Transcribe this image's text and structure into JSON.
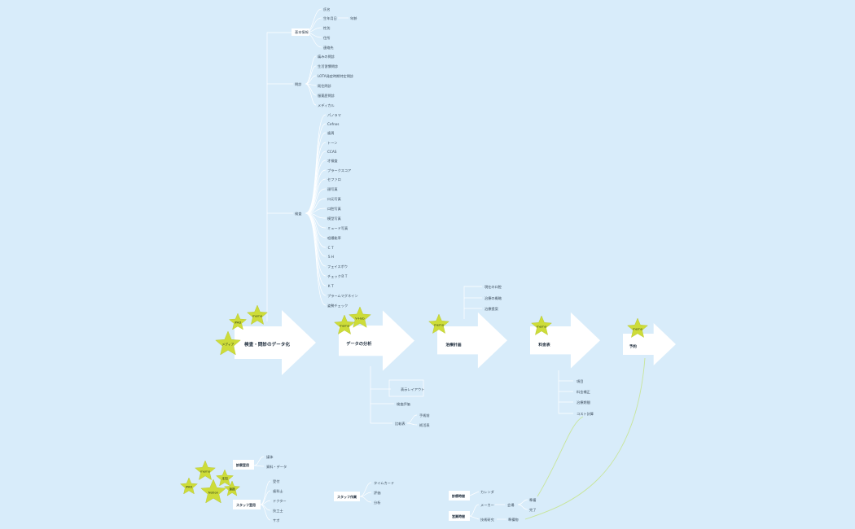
{
  "stages": [
    {
      "label": "検査・問診のデータ化"
    },
    {
      "label": "データの分析"
    },
    {
      "label": "治療計画"
    },
    {
      "label": "料金表"
    },
    {
      "label": "予約"
    }
  ],
  "stars": [
    {
      "label": "メディア"
    },
    {
      "label": "iPAD"
    },
    {
      "label": "memo"
    },
    {
      "label": "memo"
    },
    {
      "label": "V-Hub"
    },
    {
      "label": "memo"
    },
    {
      "label": "memo"
    },
    {
      "label": "memo"
    },
    {
      "label": "memo"
    },
    {
      "label": "iPAD"
    },
    {
      "label": "未知"
    },
    {
      "label": "Notion"
    },
    {
      "label": "連携"
    }
  ],
  "branch1": {
    "group_kihon": "基本情報",
    "kihon_items": [
      "氏名",
      "生年月日",
      "性別",
      "住所",
      "連絡先"
    ],
    "kihon_sub": "年齢",
    "group_monshin": "問診",
    "monshin_items": [
      "痛みの問診",
      "生活習慣問診",
      "LOTA発症時期特定問診",
      "既往問診",
      "服薬歴問診",
      "メディカル"
    ],
    "group_kensa": "検査",
    "kensa_items": [
      "パノラマ",
      "Cefnos",
      "歯周",
      "トーン",
      "CCAS",
      "才検査",
      "プラークスコア",
      "セファロ",
      "顔写真",
      "口元写真",
      "口腔写真",
      "模型写真",
      "ミュード写真",
      "咀嚼能率",
      "ＣＴ",
      "ＳＨ",
      "フェイスボウ",
      "チェックＢＴ",
      "ＫＴ",
      "プラームマグネイン",
      "姿勢チェック"
    ]
  },
  "branch2": {
    "items": [
      "表示レイアウト",
      "検査評価"
    ],
    "group_compare": "比較表",
    "compare_items": [
      "手術前",
      "術活表"
    ]
  },
  "branch3": {
    "items": [
      "現在の口腔",
      "治療の概略",
      "治療提案"
    ]
  },
  "branch4": {
    "items": [
      "項目",
      "料金補正",
      "治療期間",
      "コスト計算"
    ]
  },
  "left_boxes": {
    "shinsatsu": {
      "label": "診察室用",
      "items": [
        "媒体",
        "資料・データ"
      ]
    },
    "staff": {
      "label": "スタッフ室用",
      "items": [
        "受付",
        "歯科士",
        "ドクター",
        "技工士",
        "サポ"
      ]
    }
  },
  "staff_work": {
    "label": "スタッフ作業",
    "items": [
      "タイムカード",
      "評価",
      "分析"
    ]
  },
  "bottom_right": {
    "shinryo": {
      "label": "診療時間",
      "items": [
        "カレンダ"
      ]
    },
    "eigyo": {
      "label": "営業時間",
      "items": [
        "メーカー",
        "技術研究"
      ],
      "sub_label": "会場",
      "sub_items": [
        "準備",
        "完了"
      ],
      "pending": "準備物"
    }
  }
}
